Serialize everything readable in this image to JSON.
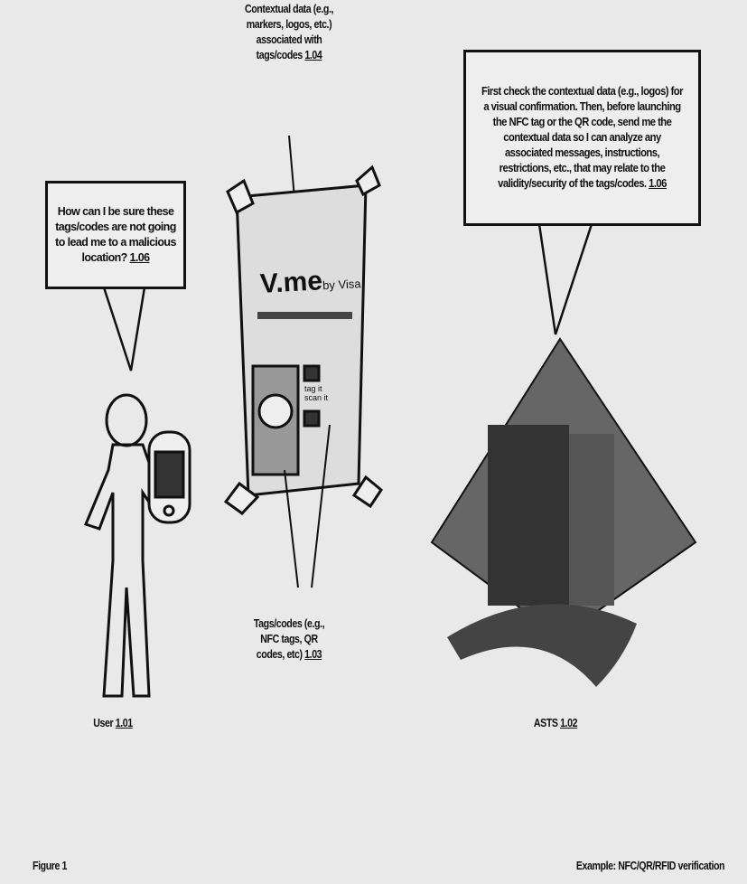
{
  "context_label": {
    "text": "Contextual data (e.g., markers, logos, etc.) associated with tags/codes",
    "ref": "1.04"
  },
  "user_bubble": {
    "text": "How can I be sure these tags/codes are not going to lead me to a malicious location?",
    "ref": "1.06"
  },
  "asts_bubble": {
    "text": "First check the contextual data (e.g., logos) for a visual confirmation. Then, before launching the NFC tag or the QR code, send me the contextual data so I can analyze any associated messages, instructions, restrictions, etc., that may relate to the validity/security of the tags/codes.",
    "ref": "1.06"
  },
  "poster": {
    "brand": "V.me",
    "brand_suffix": "by Visa",
    "small_text": "tag it  scan it"
  },
  "tags_label": {
    "text": "Tags/codes (e.g., NFC tags, QR codes, etc)",
    "ref": "1.03"
  },
  "user_label": {
    "text": "User",
    "ref": "1.01"
  },
  "asts_label": {
    "text": "ASTS",
    "ref": "1.02"
  },
  "figure_label": "Figure 1",
  "example_label": "Example: NFC/QR/RFID verification"
}
